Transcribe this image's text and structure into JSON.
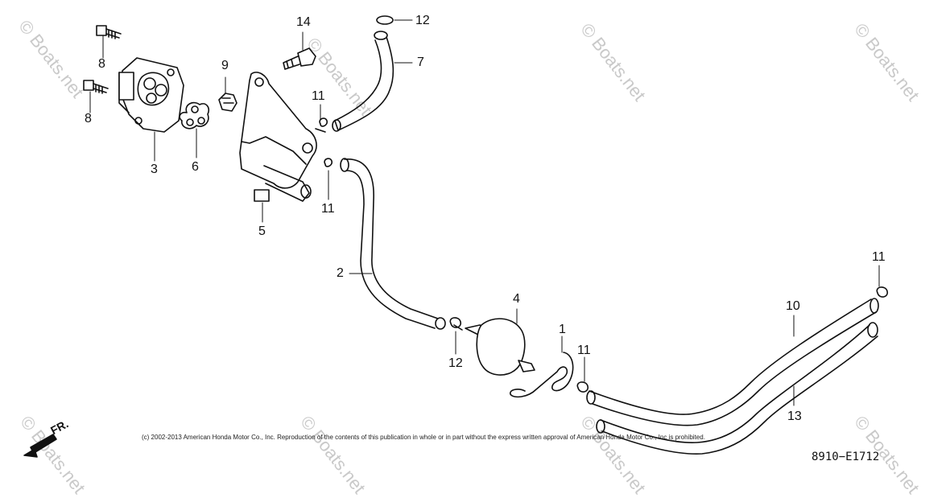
{
  "watermark": {
    "text": "© Boats.net"
  },
  "callouts": {
    "p1": "1",
    "p2": "2",
    "p3": "3",
    "p4": "4",
    "p5": "5",
    "p6": "6",
    "p7": "7",
    "p8a": "8",
    "p8b": "8",
    "p9": "9",
    "p10": "10",
    "p11a": "11",
    "p11b": "11",
    "p11c": "11",
    "p11d": "11",
    "p12a": "12",
    "p12b": "12",
    "p13": "13",
    "p14": "14"
  },
  "direction_label": "FR.",
  "copyright": "(c) 2002-2013 American Honda Motor Co., Inc. Reproduction of the contents of this publication in whole or in part without the express written approval of American Honda Motor Co., Inc is prohibited.",
  "figure_code": "8910−E1712"
}
